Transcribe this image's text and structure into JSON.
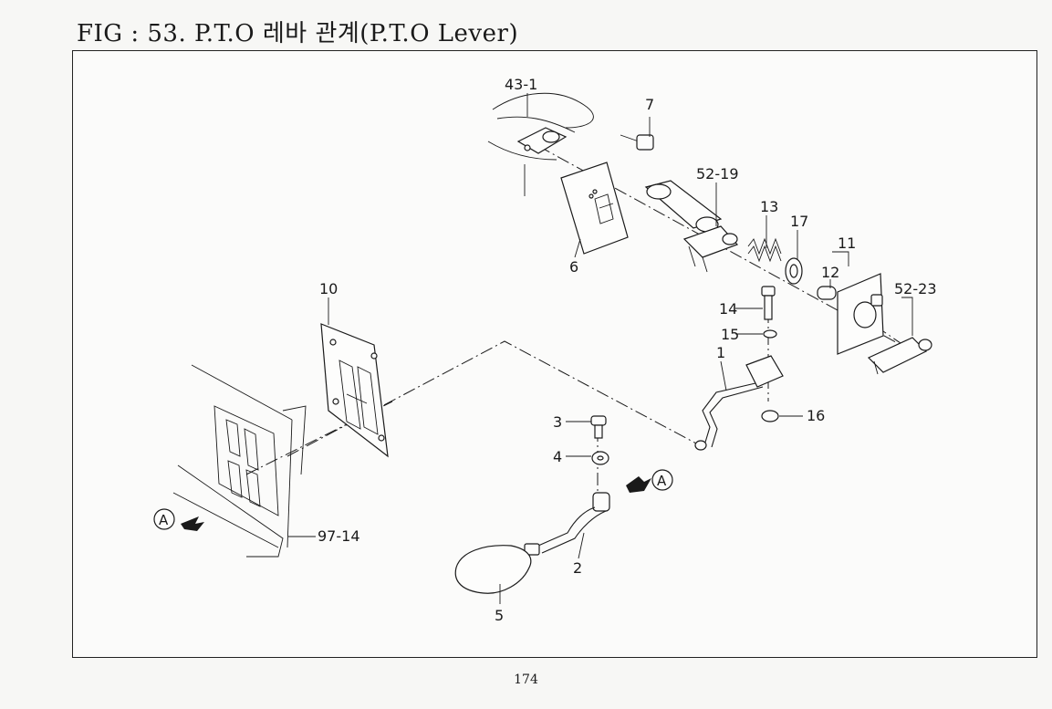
{
  "figure": {
    "title": "FIG : 53. P.T.O 레바 관계(P.T.O Lever)",
    "page_number": "174"
  },
  "callouts": {
    "p43_1": "43-1",
    "p7": "7",
    "p52_19": "52-19",
    "p13": "13",
    "p17": "17",
    "p11": "11",
    "p12": "12",
    "p52_23": "52-23",
    "p6": "6",
    "p10": "10",
    "p14": "14",
    "p15": "15",
    "p1": "1",
    "p16": "16",
    "p3": "3",
    "p4": "4",
    "p2": "2",
    "p5": "5",
    "p97_14": "97-14",
    "ref_a_left": "A",
    "ref_a_right": "A"
  }
}
